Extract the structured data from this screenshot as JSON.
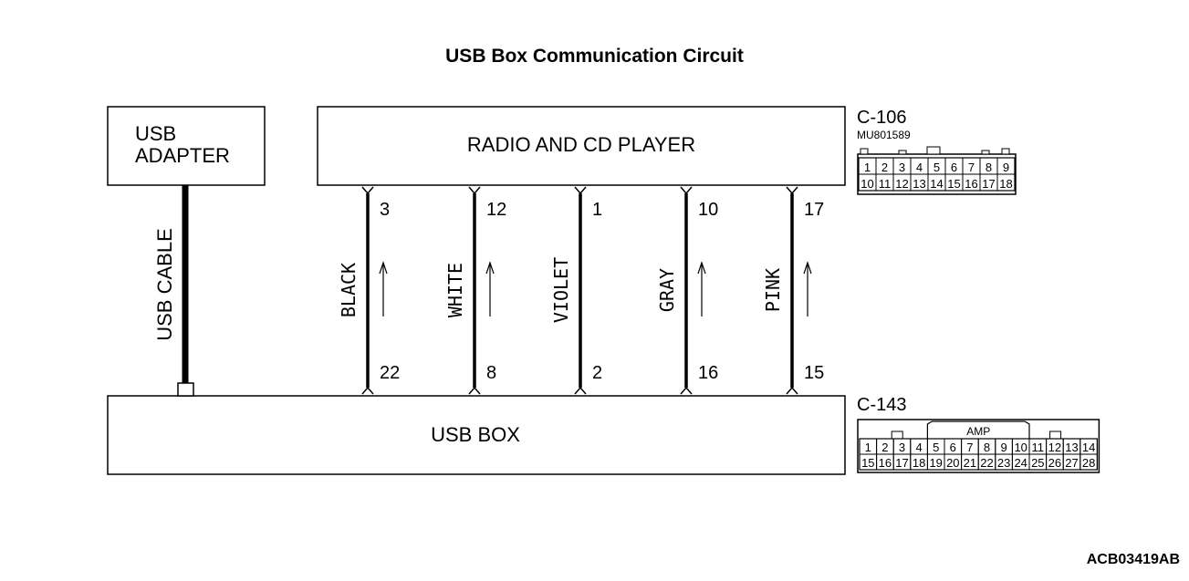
{
  "title": "USB Box Communication Circuit",
  "reference": "ACB03419AB",
  "components": {
    "usb_adapter": [
      "USB",
      "ADAPTER"
    ],
    "radio": "RADIO AND CD PLAYER",
    "usb_box": "USB BOX"
  },
  "cable_label": "USB CABLE",
  "wires": [
    {
      "color": "BLACK",
      "top_pin": "3",
      "bottom_pin": "22",
      "arrow": true
    },
    {
      "color": "WHITE",
      "top_pin": "12",
      "bottom_pin": "8",
      "arrow": true
    },
    {
      "color": "VIOLET",
      "top_pin": "1",
      "bottom_pin": "2",
      "arrow": false
    },
    {
      "color": "GRAY",
      "top_pin": "10",
      "bottom_pin": "16",
      "arrow": true
    },
    {
      "color": "PINK",
      "top_pin": "17",
      "bottom_pin": "15",
      "arrow": true
    }
  ],
  "connectors": {
    "c106": {
      "id": "C-106",
      "part": "MU801589",
      "rows": [
        [
          "1",
          "2",
          "3",
          "4",
          "5",
          "6",
          "7",
          "8",
          "9"
        ],
        [
          "10",
          "11",
          "12",
          "13",
          "14",
          "15",
          "16",
          "17",
          "18"
        ]
      ]
    },
    "c143": {
      "id": "C-143",
      "tag": "AMP",
      "rows": [
        [
          "1",
          "2",
          "3",
          "4",
          "5",
          "6",
          "7",
          "8",
          "9",
          "10",
          "11",
          "12",
          "13",
          "14"
        ],
        [
          "15",
          "16",
          "17",
          "18",
          "19",
          "20",
          "21",
          "22",
          "23",
          "24",
          "25",
          "26",
          "27",
          "28"
        ]
      ]
    }
  }
}
